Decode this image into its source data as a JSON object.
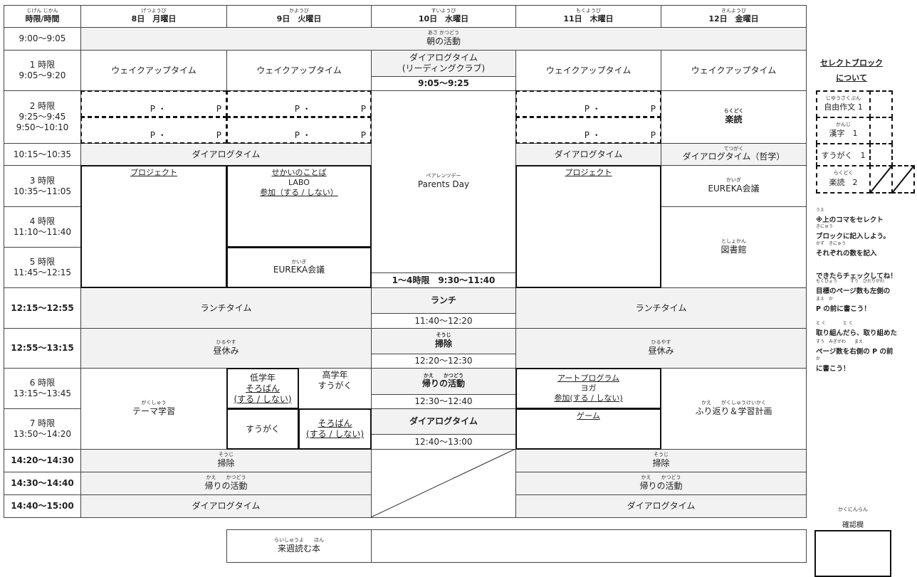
{
  "cells": {
    "h0": {
      "ruby": "じげん じかん",
      "lines": [
        "時限/時間"
      ]
    },
    "h1": {
      "ruby": "げつようび",
      "lines": [
        "8日　月曜日"
      ]
    },
    "h2": {
      "ruby": "かようび",
      "lines": [
        "9日　火曜日"
      ]
    },
    "h3": {
      "ruby": "すいようび",
      "lines": [
        "10日　水曜日"
      ]
    },
    "h4": {
      "ruby": "もくようび",
      "lines": [
        "11日　木曜日"
      ]
    },
    "h5": {
      "ruby": "きんようび",
      "lines": [
        "12日　金曜日"
      ]
    },
    "t0": {
      "lines": [
        "9:00〜9:05"
      ]
    },
    "t1": {
      "lines": [
        "1 時限",
        "9:05〜9:20"
      ]
    },
    "t2": {
      "lines": [
        "2 時限",
        "9:25〜9:45",
        "9:50〜10:10"
      ]
    },
    "t3": {
      "lines": [
        "10:15〜10:35"
      ]
    },
    "t4": {
      "lines": [
        "3 時限",
        "10:35〜11:05"
      ]
    },
    "t5": {
      "lines": [
        "4 時限",
        "11:10〜11:40"
      ]
    },
    "t6": {
      "lines": [
        "5 時限",
        "11:45〜12:15"
      ]
    },
    "t7": {
      "lines": [
        "12:15〜12:55"
      ]
    },
    "t8": {
      "lines": [
        "12:55〜13:15"
      ]
    },
    "t9": {
      "lines": [
        "6 時限",
        "13:15〜13:45"
      ]
    },
    "t10": {
      "lines": [
        "7 時限",
        "13:50〜14:20"
      ]
    },
    "t11": {
      "lines": [
        "14:20〜14:30"
      ]
    },
    "t12": {
      "lines": [
        "14:30〜14:40"
      ]
    },
    "t13": {
      "lines": [
        "14:40〜15:00"
      ]
    },
    "morning": {
      "ruby": "あさ かつどう",
      "lines": [
        "朝の活動"
      ]
    },
    "mon1": {
      "lines": [
        "ウェイクアップタイム"
      ]
    },
    "tue1": {
      "lines": [
        "ウェイクアップタイム"
      ]
    },
    "wed1": {
      "lines": [
        "ダイアログタイム",
        "(リーディングクラブ)"
      ]
    },
    "wed1t": {
      "lines": [
        "9:05〜9:25"
      ]
    },
    "thu1": {
      "lines": [
        "ウェイクアップタイム"
      ]
    },
    "fri1": {
      "lines": [
        "ウェイクアップタイム"
      ]
    },
    "mon2a": {
      "lines": [
        "P ・",
        "P"
      ]
    },
    "mon2b": {
      "lines": [
        "P ・",
        "P"
      ]
    },
    "tue2a": {
      "lines": [
        "P ・",
        "P"
      ]
    },
    "tue2b": {
      "lines": [
        "P ・",
        "P"
      ]
    },
    "thu2a": {
      "lines": [
        "P ・",
        "P"
      ]
    },
    "thu2b": {
      "lines": [
        "P ・",
        "P"
      ]
    },
    "fri2": {
      "ruby": "らくどく",
      "lines": [
        "楽読"
      ]
    },
    "mt_dialog": {
      "lines": [
        "ダイアログタイム"
      ]
    },
    "thu_dialog": {
      "lines": [
        "ダイアログタイム"
      ]
    },
    "fri_dialog": {
      "ruby": "てつがく",
      "lines": [
        "ダイアログタイム（哲学）"
      ]
    },
    "wed2": {
      "ruby": "ペアレンツデー",
      "lines": [
        "Parents Day"
      ]
    },
    "wed2t": {
      "lines": [
        "1〜4時限　9:30〜11:40"
      ]
    },
    "mon_proj": {
      "lines": [
        "プロジェクト"
      ]
    },
    "tue_sekai": {
      "lines": [
        "せかいのことば",
        "LABO",
        "参加（する / しない）"
      ]
    },
    "tue_eureka": {
      "ruby": "かいぎ",
      "lines": [
        "EUREKA会議"
      ]
    },
    "thu_proj": {
      "lines": [
        "プロジェクト"
      ]
    },
    "fri_eureka": {
      "ruby": "かいぎ",
      "lines": [
        "EUREKA会議"
      ]
    },
    "fri_lib": {
      "ruby": "としょかん",
      "lines": [
        "図書館"
      ]
    },
    "lunch_l": {
      "lines": [
        "ランチタイム"
      ]
    },
    "wed_lunch": {
      "lines": [
        "ランチ"
      ]
    },
    "wed_lunch_t": {
      "lines": [
        "11:40〜12:20"
      ]
    },
    "lunch_r": {
      "lines": [
        "ランチタイム"
      ]
    },
    "rest_l": {
      "ruby": "ひるやす",
      "lines": [
        "昼休み"
      ]
    },
    "wed_clean": {
      "ruby": "そうじ",
      "lines": [
        "掃除"
      ]
    },
    "wed_clean_t": {
      "lines": [
        "12:20〜12:30"
      ]
    },
    "rest_r": {
      "ruby": "ひるやす",
      "lines": [
        "昼休み"
      ]
    },
    "mon_theme": {
      "ruby": "がくしゅう",
      "lines": [
        "テーマ学習"
      ]
    },
    "tue6a": {
      "lines": [
        "低学年",
        "そろばん",
        "(する / しない)"
      ]
    },
    "tue6b": {
      "lines": [
        "高学年",
        "すうがく"
      ]
    },
    "tue7a": {
      "lines": [
        "すうがく"
      ]
    },
    "tue7b": {
      "lines": [
        "そろばん",
        "(する / しない)"
      ]
    },
    "wed6": {
      "ruby": "かえ　　かつどう",
      "lines": [
        "帰りの活動"
      ]
    },
    "wed6t": {
      "lines": [
        "12:30〜12:40"
      ]
    },
    "wed7": {
      "lines": [
        "ダイアログタイム"
      ]
    },
    "wed7t": {
      "lines": [
        "12:40〜13:00"
      ]
    },
    "thu6": {
      "lines": [
        "アートプログラム",
        "ヨガ",
        "参加(する / しない)"
      ]
    },
    "thu7": {
      "lines": [
        "ゲーム"
      ]
    },
    "fri67": {
      "ruby": "かえ　　がくしゅうけいかく",
      "lines": [
        "ふり返り＆学習計画"
      ]
    },
    "clean_l": {
      "ruby": "そうじ",
      "lines": [
        "掃除"
      ]
    },
    "clean_r": {
      "ruby": "そうじ",
      "lines": [
        "掃除"
      ]
    },
    "home_l": {
      "ruby": "かえ　　かつどう",
      "lines": [
        "帰りの活動"
      ]
    },
    "home_r": {
      "ruby": "かえ　　かつどう",
      "lines": [
        "帰りの活動"
      ]
    },
    "dlg_l": {
      "lines": [
        "ダイアログタイム"
      ]
    },
    "dlg_r": {
      "lines": [
        "ダイアログタイム"
      ]
    },
    "wed_empty": {
      "lines": []
    },
    "nextweek": {
      "ruby": "らいしゅうよ　　ほん",
      "lines": [
        "来週読む本"
      ]
    },
    "nextweek_val": {
      "lines": []
    }
  },
  "select": {
    "title1": "セレクトブロック",
    "title2": "について",
    "items": [
      {
        "ruby": "じゆうさくぶん",
        "label": "自由作文 1"
      },
      {
        "ruby": "かんじ",
        "label": "漢字　1"
      },
      {
        "ruby": "",
        "label": "すうがく　1"
      },
      {
        "ruby": "らくどく",
        "label": "楽読　2"
      }
    ]
  },
  "notes": [
    {
      "ruby": "うえ",
      "text": "※上のコマをセレクト"
    },
    {
      "ruby": "きにゅう",
      "text": "ブロックに記入しよう。"
    },
    {
      "ruby": "かず　きにゅう",
      "text": "それぞれの数を記入"
    },
    {
      "ruby": "",
      "text": "できたらチェックしてね！"
    },
    {
      "ruby": "もくひょう　　　すう　ひだりがわ",
      "text": "目標のページ数も左側の"
    },
    {
      "ruby": "まえ　か",
      "text": " P の前に書こう！"
    },
    {
      "ruby": "と く　　　　と く",
      "text": "取り組んだら、取り組めた"
    },
    {
      "ruby": "すう　みぎがわ　　まえ",
      "text": "ページ数を右側の P の前"
    },
    {
      "ruby": "か",
      "text": "に書こう！"
    }
  ],
  "confirm": {
    "ruby": "かくにんらん",
    "label": "確認欄"
  }
}
